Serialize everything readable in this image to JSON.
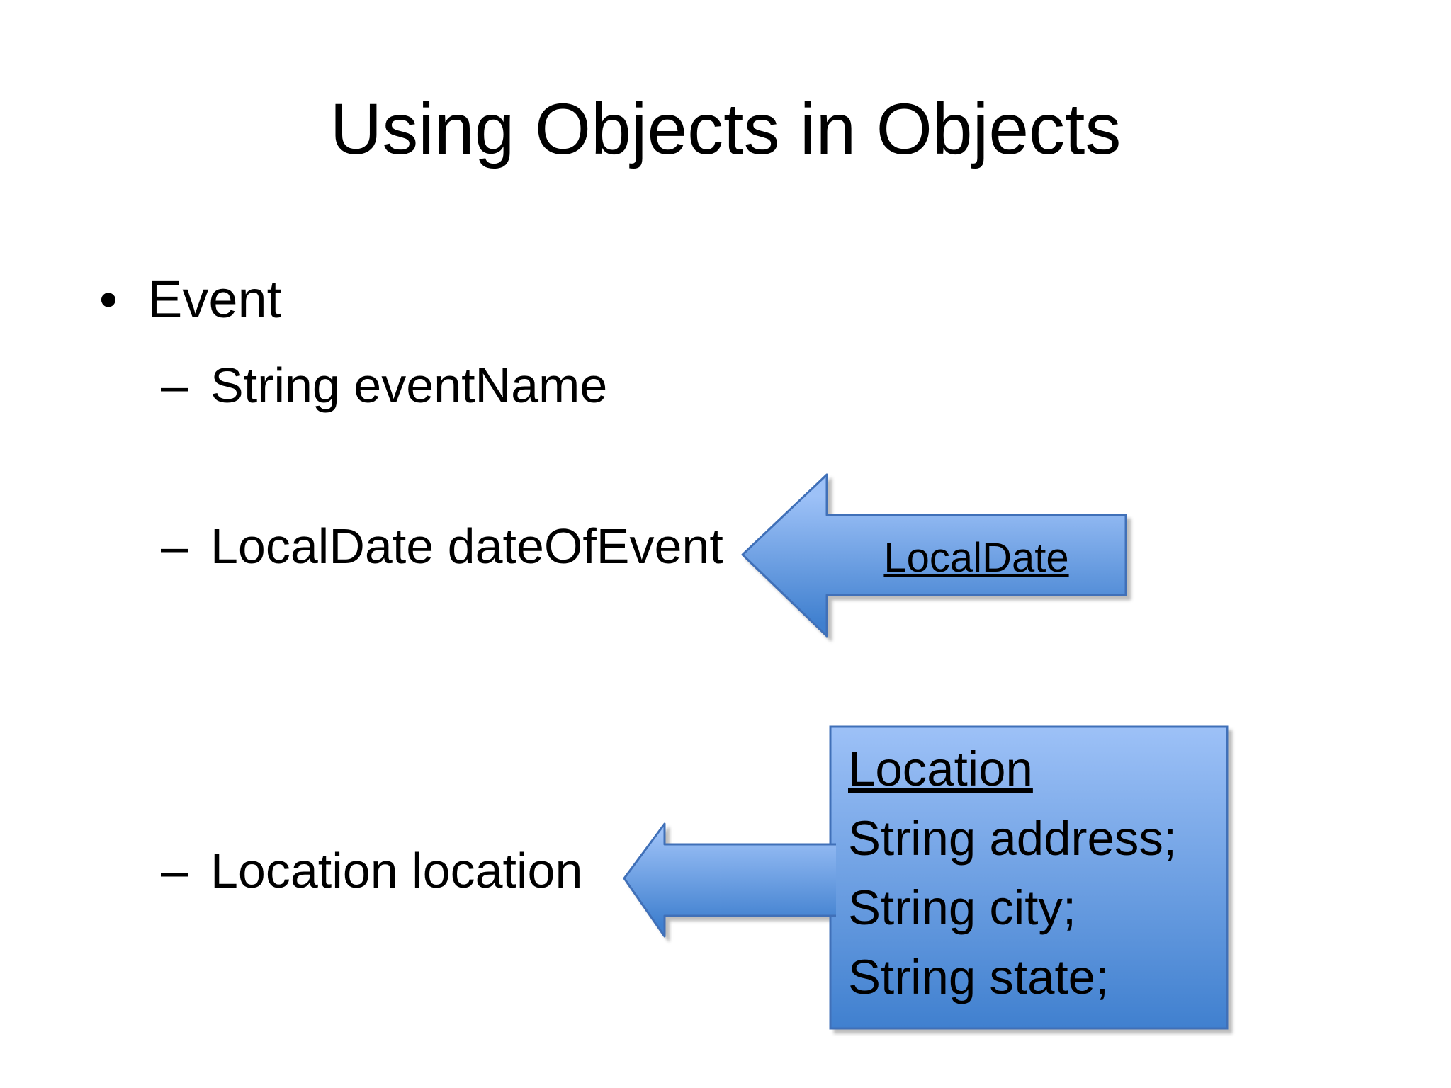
{
  "slide": {
    "title": "Using Objects in Objects",
    "bullets": {
      "level1_marker": "•",
      "level1": "Event",
      "sub_marker": "–",
      "sub1": "String eventName",
      "sub2": "LocalDate dateOfEvent",
      "sub3": "Location location"
    },
    "callouts": {
      "localdate_label": "LocalDate",
      "location_title": "Location",
      "location_fields": [
        "String address;",
        "String city;",
        "String state;"
      ]
    },
    "colors": {
      "gradient_top": "#9dc1f7",
      "gradient_bottom": "#4080cf",
      "border": "#4070b8",
      "text": "#000000",
      "background": "#ffffff"
    }
  }
}
